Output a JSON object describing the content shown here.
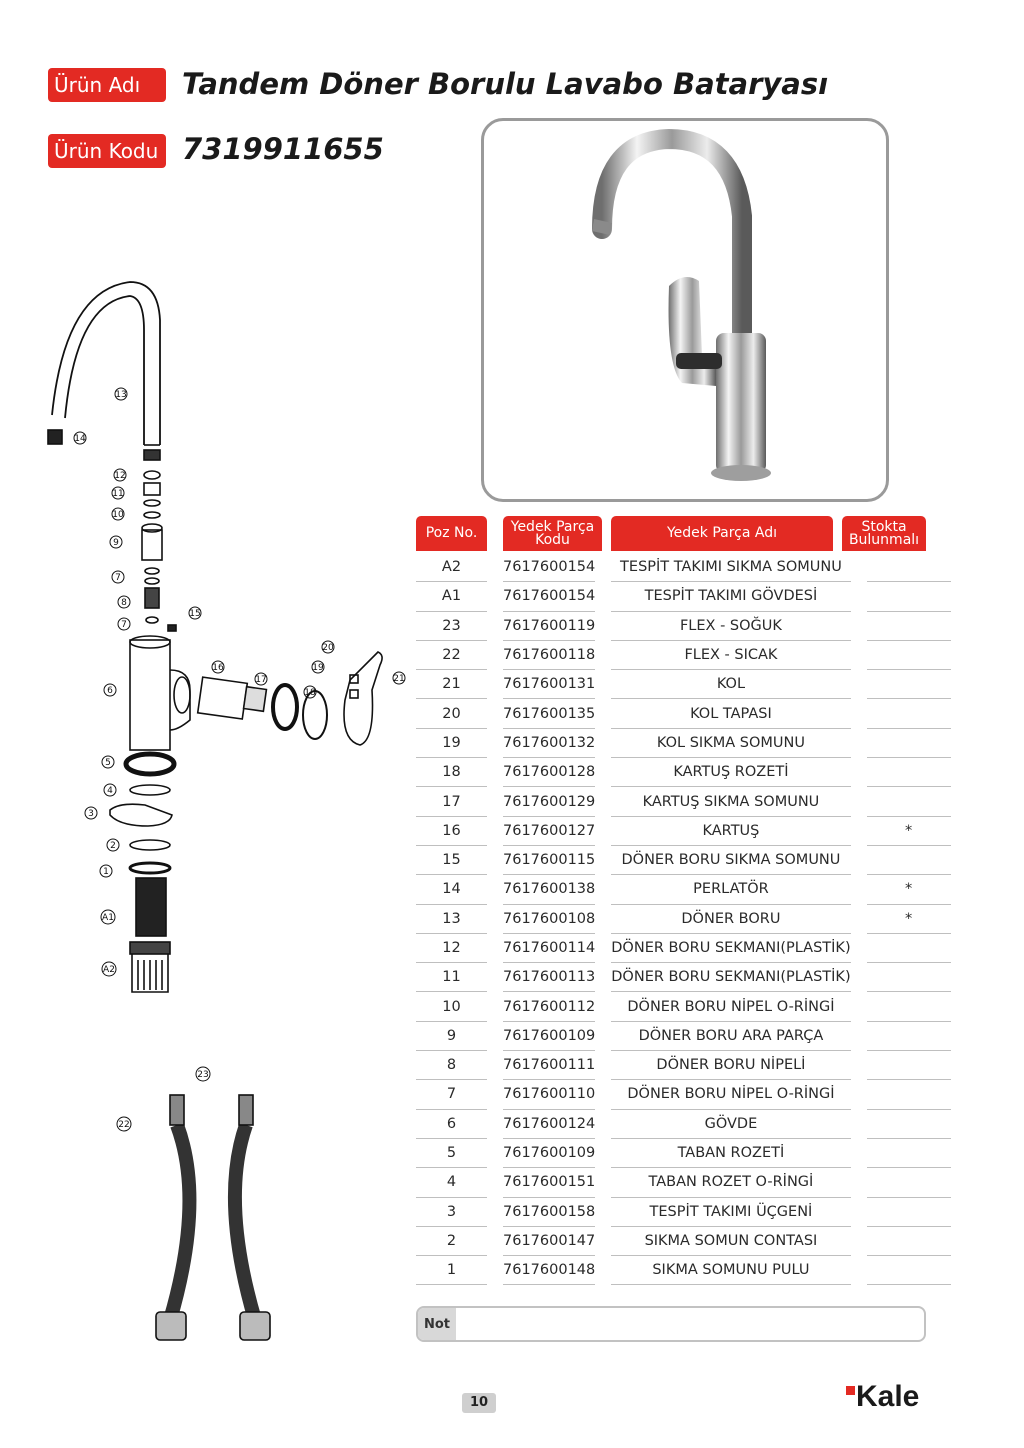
{
  "header": {
    "name_label": "Ürün Adı",
    "name_value": "Tandem Döner Borulu Lavabo Bataryası",
    "code_label": "Ürün Kodu",
    "code_value": "7319911655"
  },
  "table": {
    "headers": {
      "poz": "Poz No.",
      "kod": "Yedek Parça Kodu",
      "name": "Yedek Parça Adı",
      "stok": "Stokta Bulunmalı"
    },
    "rows": [
      {
        "poz": "A2",
        "kod": "7617600154",
        "name": "TESPİT TAKIMI SIKMA SOMUNU",
        "stok": ""
      },
      {
        "poz": "A1",
        "kod": "7617600154",
        "name": "TESPİT TAKIMI GÖVDESİ",
        "stok": ""
      },
      {
        "poz": "23",
        "kod": "7617600119",
        "name": "FLEX - SOĞUK",
        "stok": ""
      },
      {
        "poz": "22",
        "kod": "7617600118",
        "name": "FLEX - SICAK",
        "stok": ""
      },
      {
        "poz": "21",
        "kod": "7617600131",
        "name": "KOL",
        "stok": ""
      },
      {
        "poz": "20",
        "kod": "7617600135",
        "name": "KOL TAPASI",
        "stok": ""
      },
      {
        "poz": "19",
        "kod": "7617600132",
        "name": "KOL SIKMA SOMUNU",
        "stok": ""
      },
      {
        "poz": "18",
        "kod": "7617600128",
        "name": "KARTUŞ ROZETİ",
        "stok": ""
      },
      {
        "poz": "17",
        "kod": "7617600129",
        "name": "KARTUŞ SIKMA SOMUNU",
        "stok": ""
      },
      {
        "poz": "16",
        "kod": "7617600127",
        "name": "KARTUŞ",
        "stok": "*"
      },
      {
        "poz": "15",
        "kod": "7617600115",
        "name": "DÖNER BORU SIKMA SOMUNU",
        "stok": ""
      },
      {
        "poz": "14",
        "kod": "7617600138",
        "name": "PERLATÖR",
        "stok": "*"
      },
      {
        "poz": "13",
        "kod": "7617600108",
        "name": "DÖNER BORU",
        "stok": "*"
      },
      {
        "poz": "12",
        "kod": "7617600114",
        "name": "DÖNER BORU SEKMANI(PLASTİK)",
        "stok": ""
      },
      {
        "poz": "11",
        "kod": "7617600113",
        "name": "DÖNER BORU SEKMANI(PLASTİK)",
        "stok": ""
      },
      {
        "poz": "10",
        "kod": "7617600112",
        "name": "DÖNER BORU NİPEL O-RİNGİ",
        "stok": ""
      },
      {
        "poz": "9",
        "kod": "7617600109",
        "name": "DÖNER BORU ARA PARÇA",
        "stok": ""
      },
      {
        "poz": "8",
        "kod": "7617600111",
        "name": "DÖNER BORU NİPELİ",
        "stok": ""
      },
      {
        "poz": "7",
        "kod": "7617600110",
        "name": "DÖNER BORU NİPEL O-RİNGİ",
        "stok": ""
      },
      {
        "poz": "6",
        "kod": "7617600124",
        "name": "GÖVDE",
        "stok": ""
      },
      {
        "poz": "5",
        "kod": "7617600109",
        "name": "TABAN ROZETİ",
        "stok": ""
      },
      {
        "poz": "4",
        "kod": "7617600151",
        "name": "TABAN ROZET O-RİNGİ",
        "stok": ""
      },
      {
        "poz": "3",
        "kod": "7617600158",
        "name": "TESPİT TAKIMI ÜÇGENİ",
        "stok": ""
      },
      {
        "poz": "2",
        "kod": "7617600147",
        "name": "SIKMA SOMUN CONTASI",
        "stok": ""
      },
      {
        "poz": "1",
        "kod": "7617600148",
        "name": "SIKMA SOMUNU PULU",
        "stok": ""
      }
    ]
  },
  "diagram": {
    "callouts": [
      "13",
      "14",
      "12",
      "11",
      "10",
      "9",
      "7",
      "8",
      "15",
      "7",
      "6",
      "16",
      "17",
      "18",
      "19",
      "20",
      "21",
      "5",
      "4",
      "3",
      "2",
      "1",
      "A1",
      "A2",
      "23",
      "22"
    ]
  },
  "note": {
    "label": "Not"
  },
  "footer": {
    "page_number": "10",
    "brand": "Kale"
  },
  "colors": {
    "accent": "#e32a23"
  }
}
